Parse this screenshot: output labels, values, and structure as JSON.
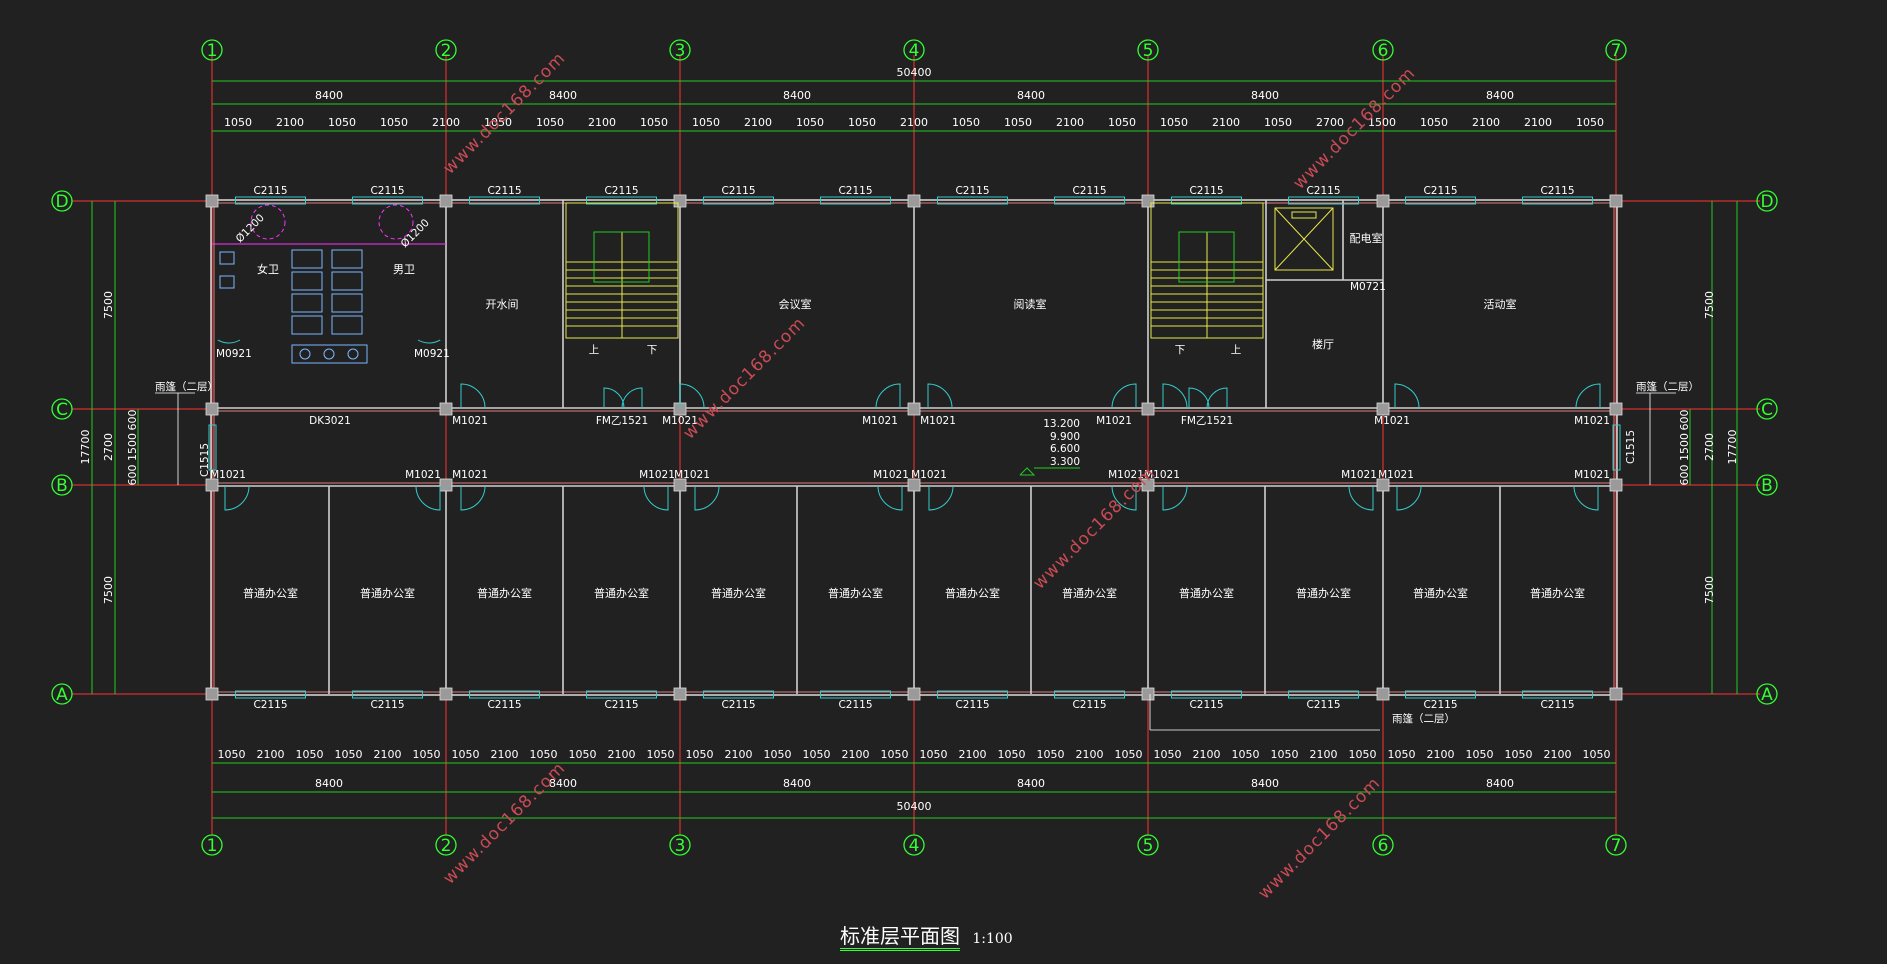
{
  "drawing": {
    "title": "标准层平面图",
    "scale": "1:100",
    "total_dim": "50400",
    "bay_dim": "8400",
    "axes_numbered": [
      "1",
      "2",
      "3",
      "4",
      "5",
      "6",
      "7"
    ],
    "axes_lettered": [
      "D",
      "C",
      "B",
      "A"
    ],
    "sub_dims_top": [
      "1050",
      "2100",
      "1050",
      "1050",
      "2100",
      "1050",
      "1050",
      "2100",
      "1050",
      "1050",
      "2100",
      "1050",
      "1050",
      "2100",
      "1050",
      "1050",
      "2100",
      "1050",
      "1050",
      "2100",
      "1050",
      "2700",
      "1500",
      "1050",
      "2100",
      "2100",
      "1050"
    ],
    "sub_dims_bottom": [
      "1050",
      "2100",
      "1050",
      "1050",
      "2100",
      "1050",
      "1050",
      "2100",
      "1050",
      "1050",
      "2100",
      "1050",
      "1050",
      "2100",
      "1050",
      "1050",
      "2100",
      "1050",
      "1050",
      "2100",
      "1050",
      "1050",
      "2100",
      "1050",
      "1050",
      "2100",
      "1050",
      "1050",
      "2100",
      "1050",
      "1050",
      "2100",
      "1050",
      "1050",
      "2100",
      "1050"
    ],
    "side_dims": {
      "overall": "17700",
      "bay_top": "7500",
      "corridor": "2700",
      "bay_bottom": "7500",
      "c1": "600",
      "c2": "1500",
      "c3": "600"
    },
    "window_label": "C2115",
    "side_window_label": "C1515",
    "door_labels": {
      "m1021": "M1021",
      "m0921": "M0921",
      "fm": "FM乙1521",
      "dk": "DK3021",
      "m0721": "M0721"
    },
    "elevations": [
      "13.200",
      "9.900",
      "6.600",
      "3.300"
    ],
    "rooms": {
      "female_wc": "女卫",
      "male_wc": "男卫",
      "water": "开水间",
      "meeting": "会议室",
      "reading": "阅读室",
      "power": "配电室",
      "lobby": "楼厅",
      "activity": "活动室",
      "office": "普通办公室",
      "up": "上",
      "down": "下",
      "diam": "Ø1200"
    },
    "notes": {
      "canopy": "雨篷（二层）"
    },
    "watermark": "www.doc168.com"
  }
}
